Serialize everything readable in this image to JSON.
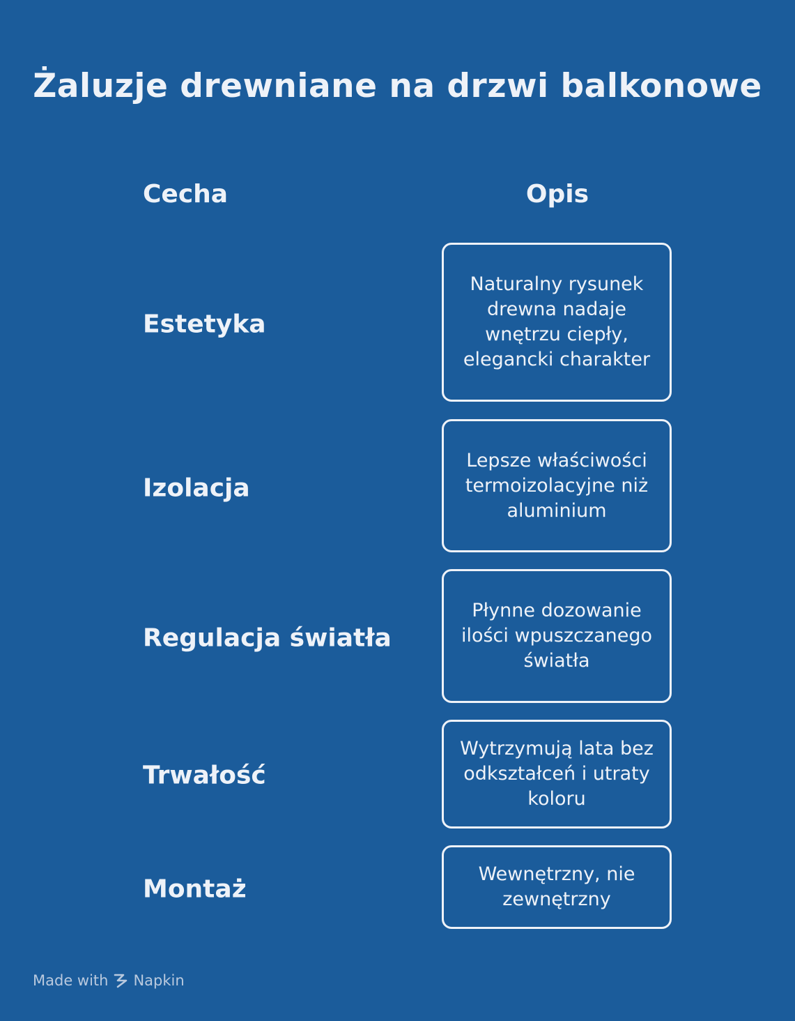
{
  "title": "Żaluzje drewniane na drzwi balkonowe",
  "headers": {
    "feature": "Cecha",
    "description": "Opis"
  },
  "rows": [
    {
      "feature": "Estetyka",
      "description": "Naturalny rysunek drewna nadaje wnętrzu ciepły, elegancki charakter"
    },
    {
      "feature": "Izolacja",
      "description": "Lepsze właściwości termoizolacyjne niż aluminium"
    },
    {
      "feature": "Regulacja światła",
      "description": "Płynne dozowanie ilości wpuszczanego światła"
    },
    {
      "feature": "Trwałość",
      "description": "Wytrzymują lata bez odkształceń i utraty koloru"
    },
    {
      "feature": "Montaż",
      "description": "Wewnętrzny, nie zewnętrzny"
    }
  ],
  "footer": {
    "made_with": "Made with",
    "brand": "Napkin",
    "brand_icon": "napkin-logo-icon"
  },
  "colors": {
    "background": "#1b5c9b",
    "foreground": "#eef2f8",
    "footer_text": "#b9c9de"
  }
}
